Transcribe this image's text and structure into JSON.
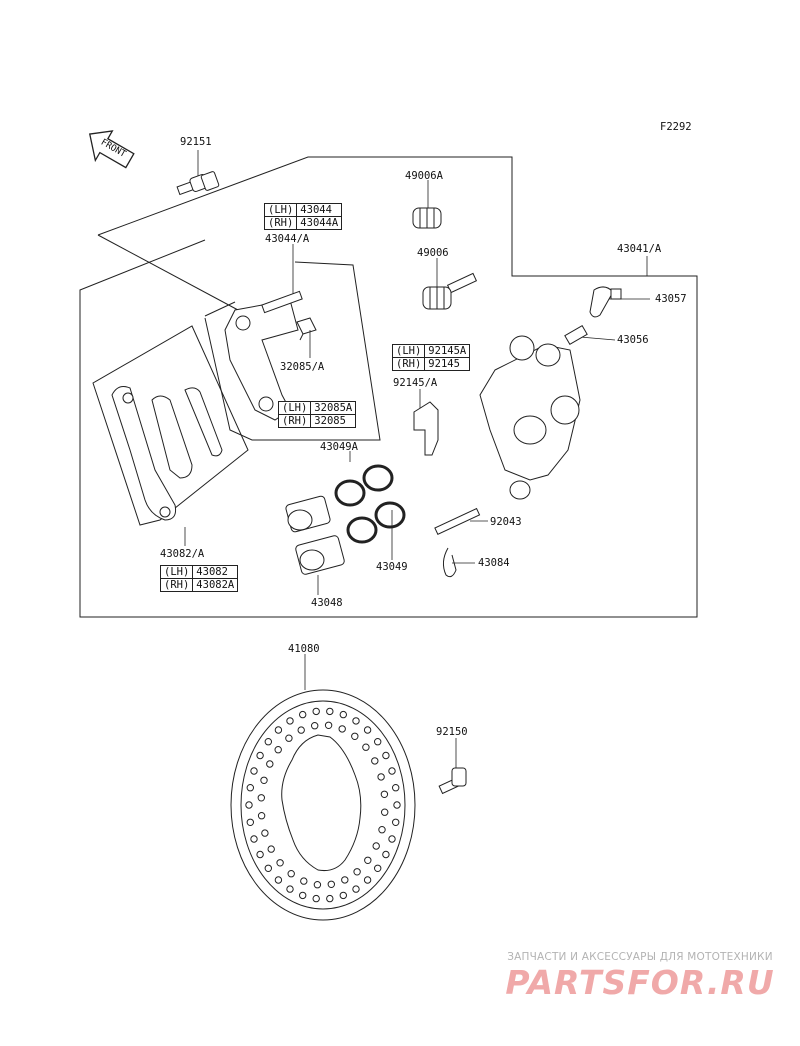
{
  "diagram_code": "F2292",
  "front_arrow_text": "FRONT",
  "parts": {
    "p92151": "92151",
    "p49006A": "49006A",
    "p49006": "49006",
    "p43041A": "43041/A",
    "p43057": "43057",
    "p43056": "43056",
    "p43044A": "43044/A",
    "p32085A": "32085/A",
    "p92145A": "92145/A",
    "p43049A": "43049A",
    "p92043": "92043",
    "p43084": "43084",
    "p43049": "43049",
    "p43048": "43048",
    "p43082A": "43082/A",
    "p41080": "41080",
    "p92150": "92150"
  },
  "variant_tables": {
    "t43044": [
      [
        "(LH)",
        "43044"
      ],
      [
        "(RH)",
        "43044A"
      ]
    ],
    "t32085": [
      [
        "(LH)",
        "32085A"
      ],
      [
        "(RH)",
        "32085"
      ]
    ],
    "t92145": [
      [
        "(LH)",
        "92145A"
      ],
      [
        "(RH)",
        "92145"
      ]
    ],
    "t43082": [
      [
        "(LH)",
        "43082"
      ],
      [
        "(RH)",
        "43082A"
      ]
    ]
  },
  "watermark": {
    "tagline": "ЗАПЧАСТИ И АКСЕССУАРЫ ДЛЯ МОТОТЕХНИКИ",
    "logo": "PARTSFOR.RU"
  }
}
